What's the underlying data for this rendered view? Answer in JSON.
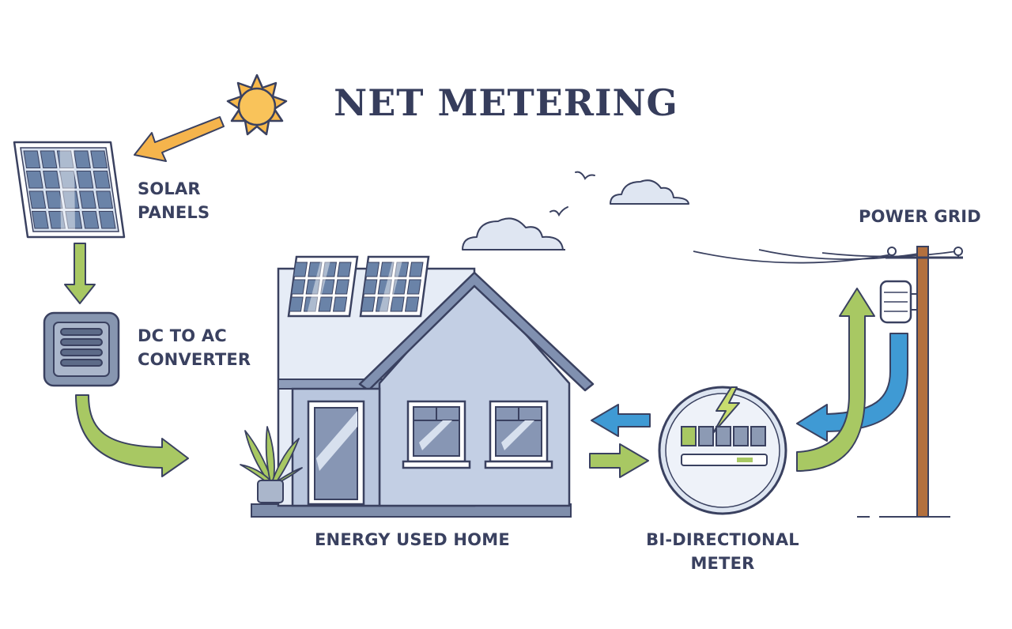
{
  "title": "NET METERING",
  "labels": {
    "solar_panels": [
      "SOLAR",
      "PANELS"
    ],
    "converter": [
      "DC TO AC",
      "CONVERTER"
    ],
    "home": "ENERGY USED HOME",
    "meter": [
      "BI-DIRECTIONAL",
      "METER"
    ],
    "grid": "POWER GRID"
  },
  "colors": {
    "outline": "#3a4160",
    "sun": "#f7b84a",
    "sun_arrow": "#f5b44c",
    "green_arrow": "#a8c863",
    "blue_arrow": "#3f9ad4",
    "panel_cell": "#6a83a8",
    "house_light": "#e6ecf6",
    "house_mid": "#b9c6de",
    "pole": "#b3703e"
  }
}
